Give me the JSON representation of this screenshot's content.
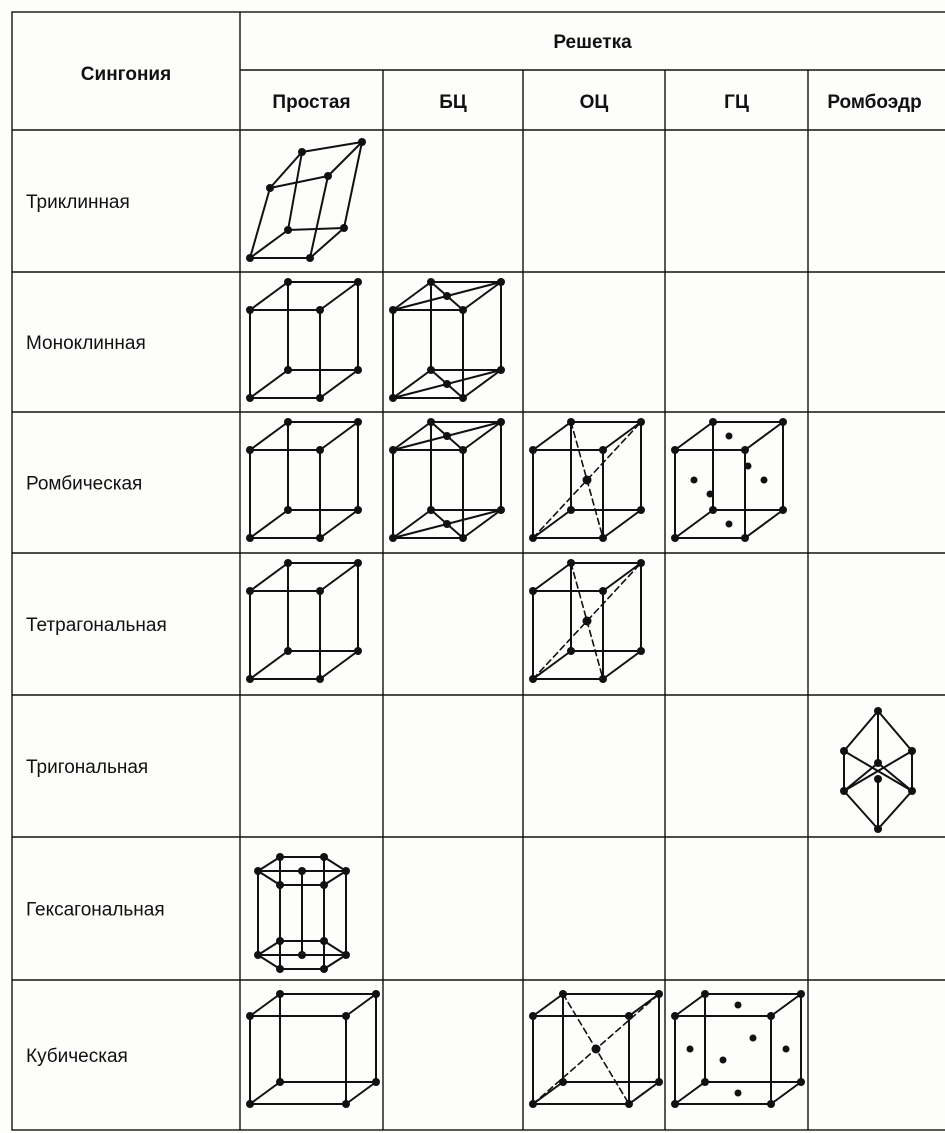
{
  "table": {
    "header_left": "Сингония",
    "header_top": "Решетка",
    "columns": [
      "Простая",
      "БЦ",
      "ОЦ",
      "ГЦ",
      "Ромбоэдр"
    ],
    "rows": [
      {
        "label": "Триклинная",
        "cells": [
          "triclinic-simple",
          "",
          "",
          "",
          ""
        ]
      },
      {
        "label": "Моноклинная",
        "cells": [
          "box-simple",
          "box-bc",
          "",
          "",
          ""
        ]
      },
      {
        "label": "Ромбическая",
        "cells": [
          "box-simple",
          "box-bc",
          "box-bcc",
          "box-fcc",
          ""
        ]
      },
      {
        "label": "Тетрагональная",
        "cells": [
          "box-simple",
          "",
          "box-bcc",
          "",
          ""
        ]
      },
      {
        "label": "Тригональная",
        "cells": [
          "",
          "",
          "",
          "",
          "rhombohedral"
        ]
      },
      {
        "label": "Гексагональная",
        "cells": [
          "hexagonal",
          "",
          "",
          "",
          ""
        ]
      },
      {
        "label": "Кубическая",
        "cells": [
          "cube-simple",
          "",
          "cube-bcc",
          "cube-fcc",
          ""
        ]
      }
    ]
  },
  "colors": {
    "line": "#111111",
    "background": "#fdfdfb"
  }
}
